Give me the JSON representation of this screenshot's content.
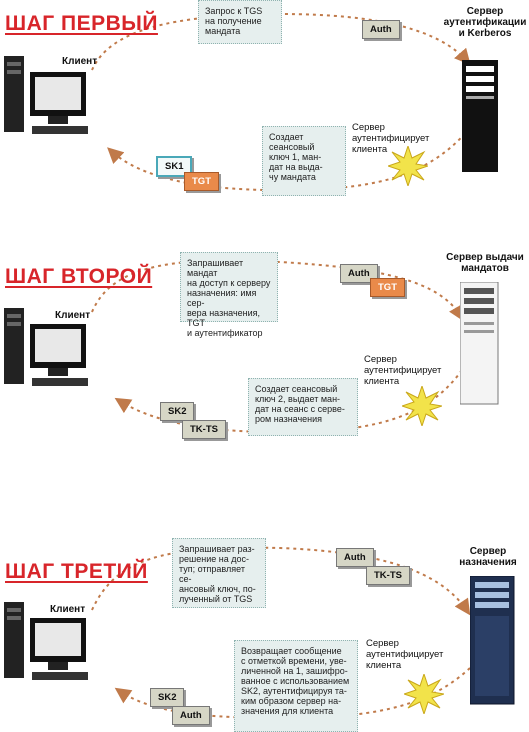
{
  "steps": [
    {
      "title": "ШАГ ПЕРВЫЙ",
      "client_label": "Клиент",
      "request_box": "Запрос к TGS\nна получение\nмандата",
      "tag_to_server": "Auth",
      "server_label": "Сервер\nаутентификации\nи Kerberos",
      "auth_label": "Сервер\nаутентифицирует\nклиента",
      "response_box": "Создает\nсеансовый\nключ 1, ман-\nдат на выда-\nчу мандата",
      "tags_back": [
        "SK1",
        "TGT"
      ]
    },
    {
      "title": "ШАГ ВТОРОЙ",
      "client_label": "Клиент",
      "request_box": "Запрашивает мандат\nна доступ к серверу\nназначения: имя сер-\nвера назначения, TGT\nи аутентификатор",
      "tags_to_server": [
        "Auth",
        "TGT"
      ],
      "server_label": "Сервер выдачи\nмандатов",
      "auth_label": "Сервер\nаутентифицирует\nклиента",
      "response_box": "Создает сеансовый\nключ 2, выдает ман-\nдат на сеанс с серве-\nром назначения",
      "tags_back": [
        "SK2",
        "TK-TS"
      ]
    },
    {
      "title": "ШАГ ТРЕТИЙ",
      "client_label": "Клиент",
      "request_box": "Запрашивает раз-\nрешение на дос-\nтуп; отправляет се-\nансовый ключ, по-\nлученный от TGS",
      "tags_to_server": [
        "Auth",
        "TK-TS"
      ],
      "server_label": "Сервер\nназначения",
      "auth_label": "Сервер\nаутентифицирует\nклиента",
      "response_box": "Возвращает сообщение\nс отметкой времени, уве-\nличенной на 1, зашифро-\nванное с использованием\nSK2, аутентифицируя та-\nким образом сервер на-\nзначения для клиента",
      "tags_back": [
        "SK2",
        "Auth"
      ]
    }
  ]
}
